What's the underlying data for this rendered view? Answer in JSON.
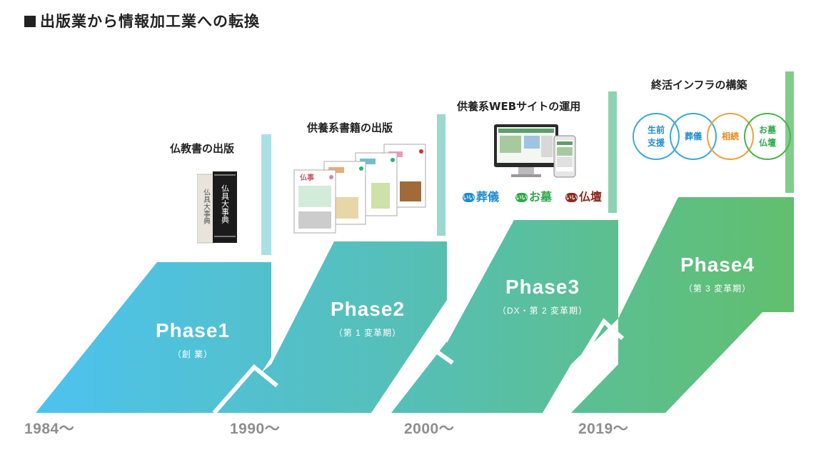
{
  "title": "出版業から情報加工業への転換",
  "years": [
    "1984〜",
    "1990〜",
    "2000〜",
    "2019〜"
  ],
  "phases": [
    {
      "name": "Phase1",
      "sub": "（創 業）"
    },
    {
      "name": "Phase2",
      "sub": "（第 1 変革期）"
    },
    {
      "name": "Phase3",
      "sub": "（DX・第 2 変革期）"
    },
    {
      "name": "Phase4",
      "sub": "（第 3 変革期）"
    }
  ],
  "captions": [
    "仏教書の出版",
    "供養系書籍の出版",
    "供養系WEBサイトの運用",
    "終活インフラの構築"
  ],
  "book_spines": [
    "仏具大事典",
    "仏具大事典"
  ],
  "magazine_logo": "仏事",
  "brands": [
    {
      "badge": "いい",
      "label": "葬儀",
      "color": "#1e8ccf"
    },
    {
      "badge": "いい",
      "label": "お墓",
      "color": "#2ea84a"
    },
    {
      "badge": "いい",
      "label": "仏壇",
      "color": "#8b2a1e"
    }
  ],
  "circles": [
    {
      "label": "生前\n支援",
      "color": "#3aa9d9"
    },
    {
      "label": "葬儀",
      "color": "#3aa9d9"
    },
    {
      "label": "相続",
      "color": "#f0a13a"
    },
    {
      "label": "お墓\n仏壇",
      "color": "#4cb24e"
    }
  ],
  "colors": {
    "start": "#4cc3f5",
    "mid": "#56bfb6",
    "end": "#5fbd6a"
  }
}
